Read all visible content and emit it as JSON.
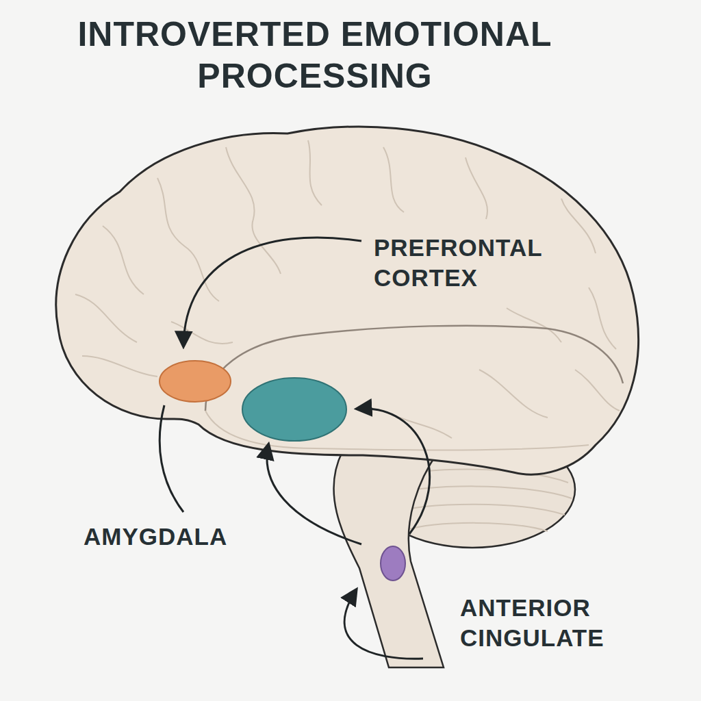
{
  "diagram": {
    "title": "INTROVERTED EMOTIONAL PROCESSING",
    "labels": [
      "PREFRONTAL CORTEX",
      "AMYGDALA",
      "ANTERIOR CINGULATE"
    ]
  }
}
